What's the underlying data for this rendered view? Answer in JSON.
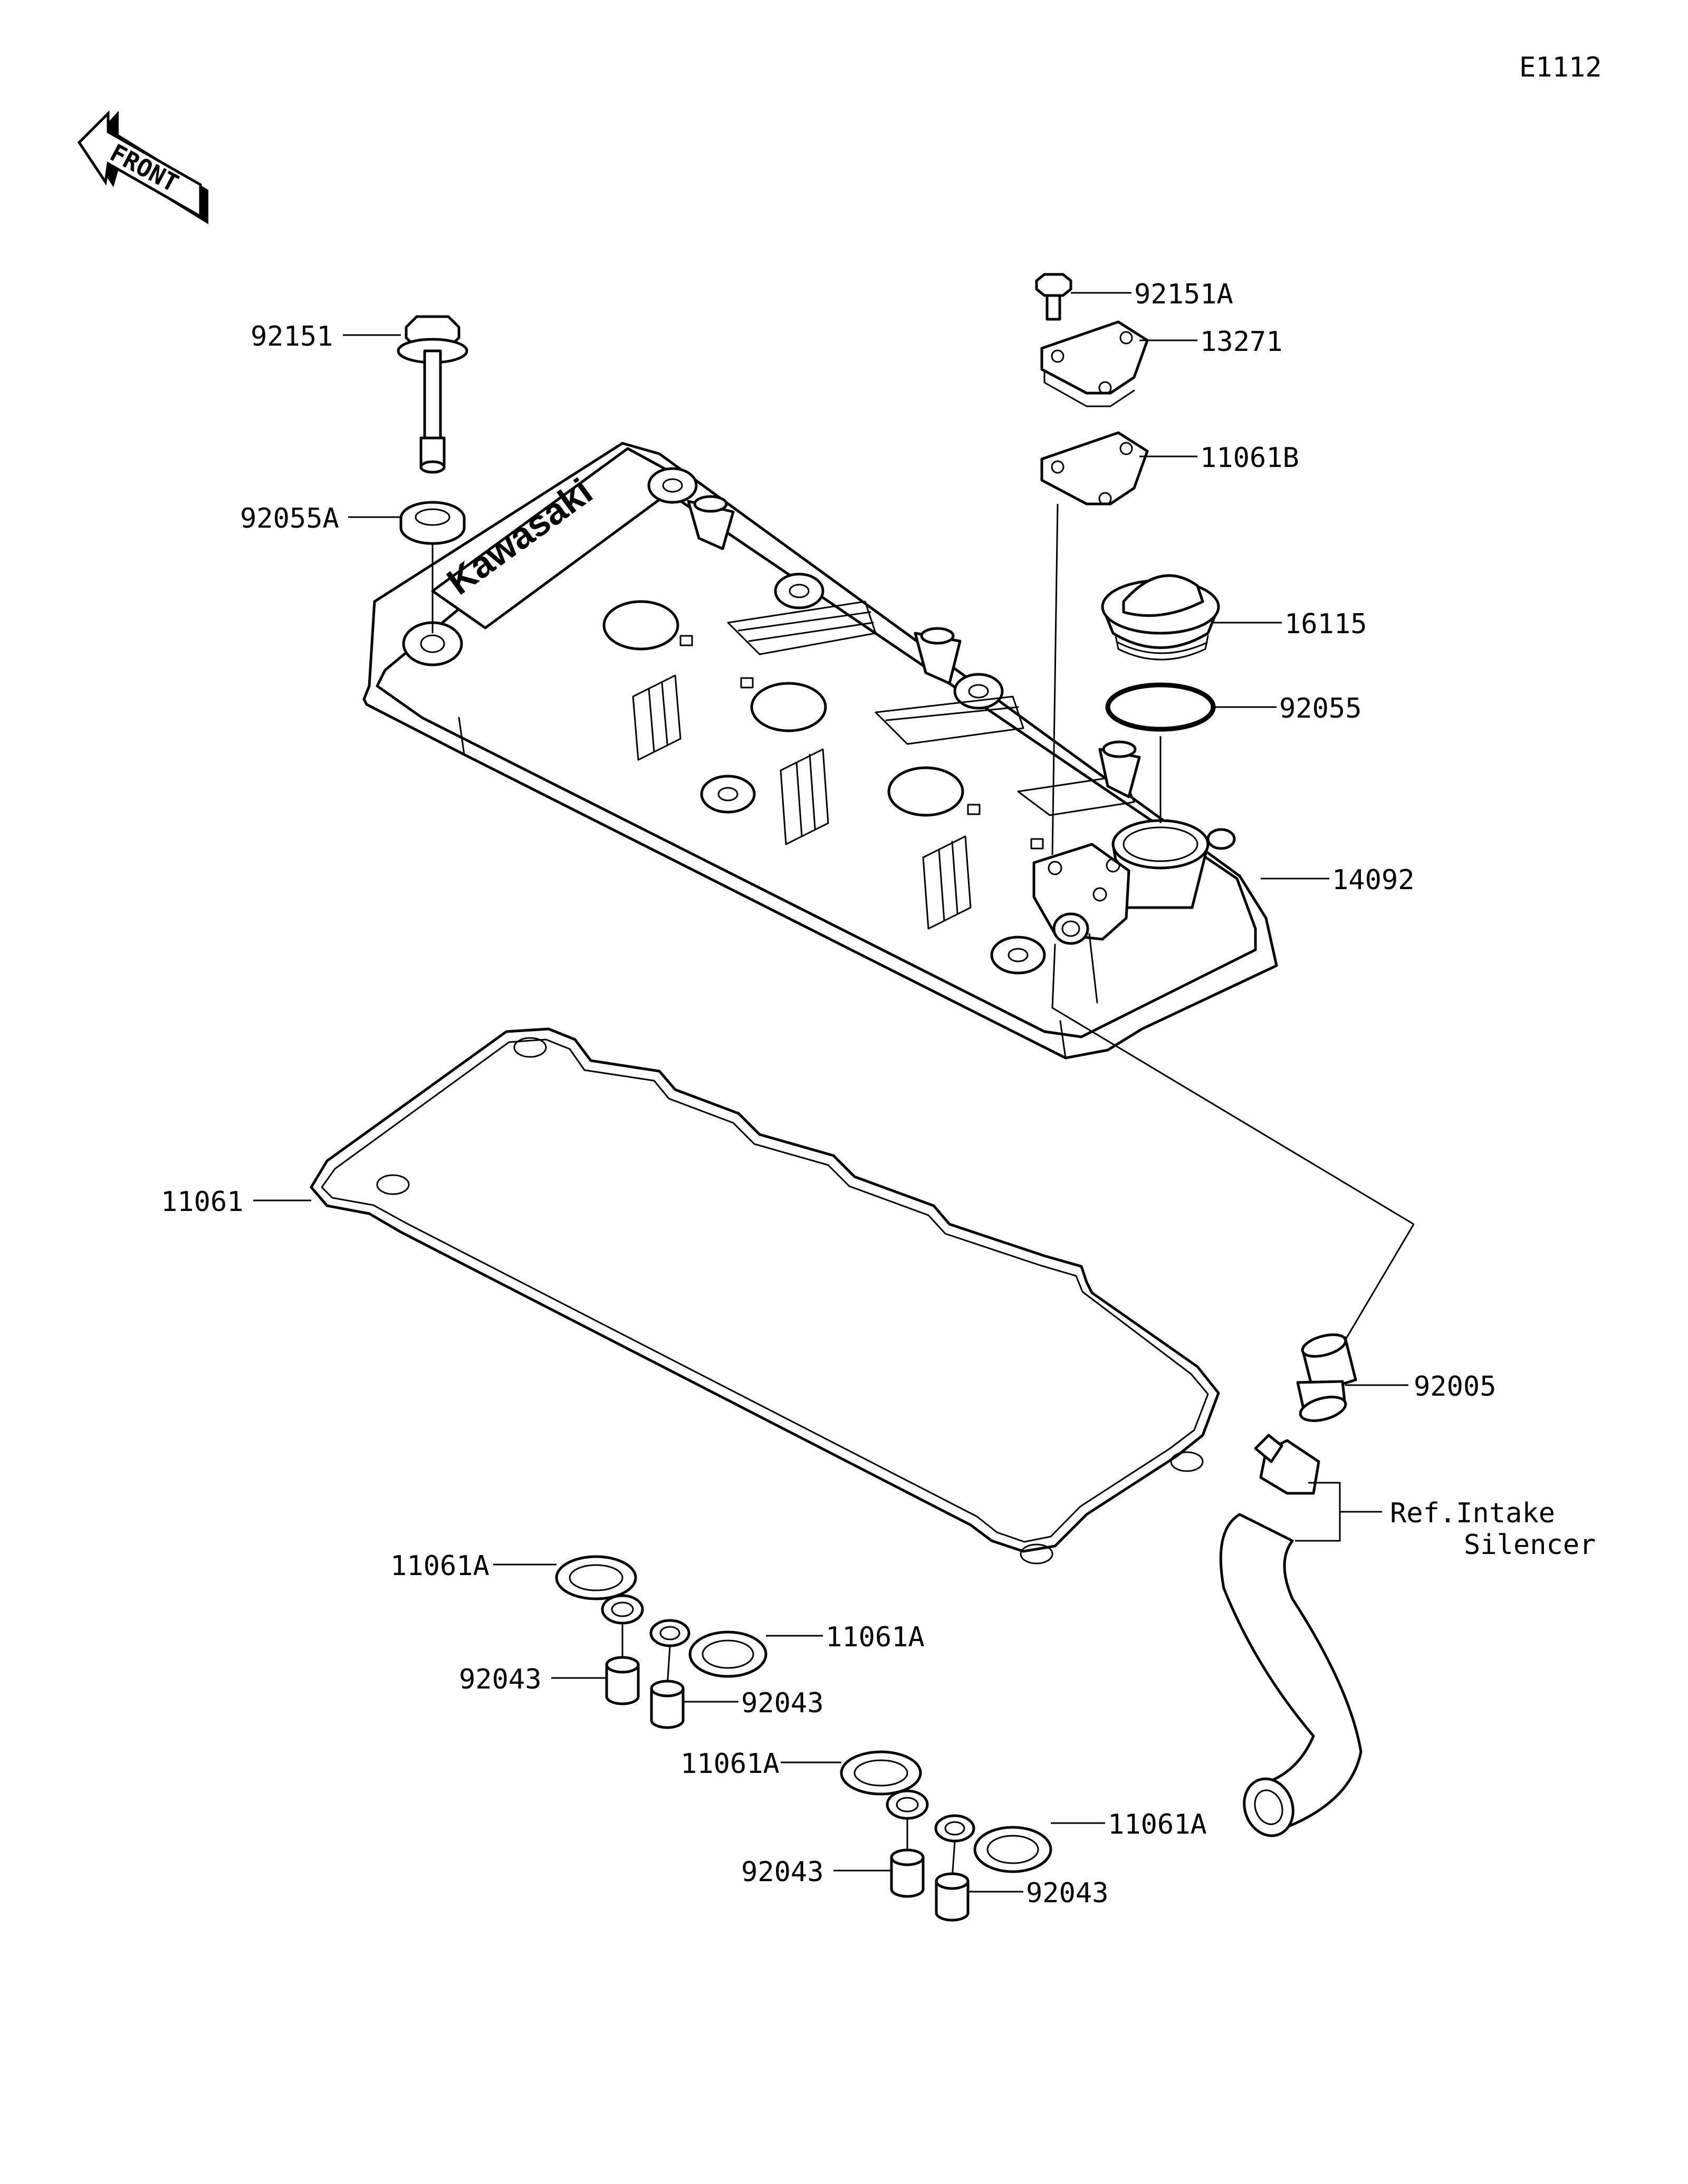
{
  "diagram_code": "E1112",
  "front_label": "FRONT",
  "parts": {
    "bolt_main": "92151",
    "washer_seal": "92055A",
    "bolt_small": "92151A",
    "plate": "13271",
    "gasket_plate": "11061B",
    "oil_cap": "16115",
    "o_ring": "92055",
    "cylinder_head_cover": "14092",
    "cover_gasket": "11061",
    "fitting": "92005",
    "plug_gasket_1": "11061A",
    "plug_gasket_2": "11061A",
    "plug_gasket_3": "11061A",
    "plug_gasket_4": "11061A",
    "collar_1": "92043",
    "collar_2": "92043",
    "collar_3": "92043",
    "collar_4": "92043"
  },
  "reference_note": {
    "line1": "Ref.Intake",
    "line2": "Silencer"
  },
  "cover_logo": "Kawasaki"
}
